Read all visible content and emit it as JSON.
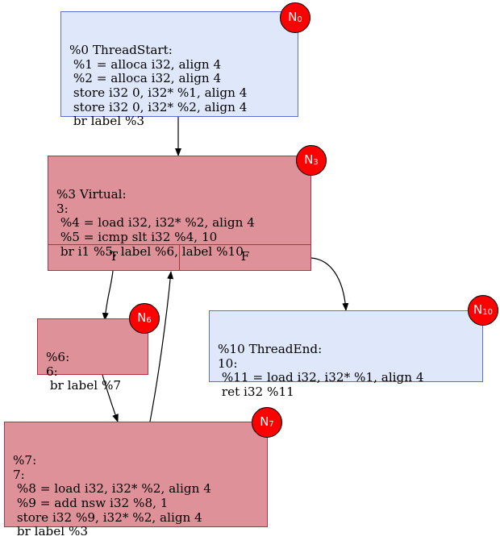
{
  "nodes": {
    "n0": {
      "badge": "N",
      "badge_sub": "0",
      "lines": "%0 ThreadStart:\n %1 = alloca i32, align 4\n %2 = alloca i32, align 4\n store i32 0, i32* %1, align 4\n store i32 0, i32* %2, align 4\n br label %3"
    },
    "n3": {
      "badge": "N",
      "badge_sub": "3",
      "lines": "%3 Virtual:\n3:\n %4 = load i32, i32* %2, align 4\n %5 = icmp slt i32 %4, 10\n br i1 %5, label %6, label %10",
      "port_true": "T",
      "port_false": "F"
    },
    "n6": {
      "badge": "N",
      "badge_sub": "6",
      "lines": "%6:\n6:\n br label %7"
    },
    "n7": {
      "badge": "N",
      "badge_sub": "7",
      "lines": "%7:\n7:\n %8 = load i32, i32* %2, align 4\n %9 = add nsw i32 %8, 1\n store i32 %9, i32* %2, align 4\n br label %3"
    },
    "n10": {
      "badge": "N",
      "badge_sub": "10",
      "lines": "%10 ThreadEnd:\n10:\n %11 = load i32, i32* %1, align 4\n ret i32 %11"
    }
  },
  "colors": {
    "entry_exit_fill": "#dfe8fa",
    "entry_exit_border": "#5b6fd6",
    "loop_fill": "#df9199",
    "loop_border": "#b3303f",
    "badge": "#ff0000"
  },
  "edges": [
    {
      "from": "N0",
      "to": "N3"
    },
    {
      "from": "N3",
      "port": "T",
      "to": "N6"
    },
    {
      "from": "N3",
      "port": "F",
      "to": "N10"
    },
    {
      "from": "N6",
      "to": "N7"
    },
    {
      "from": "N7",
      "to": "N3"
    }
  ]
}
